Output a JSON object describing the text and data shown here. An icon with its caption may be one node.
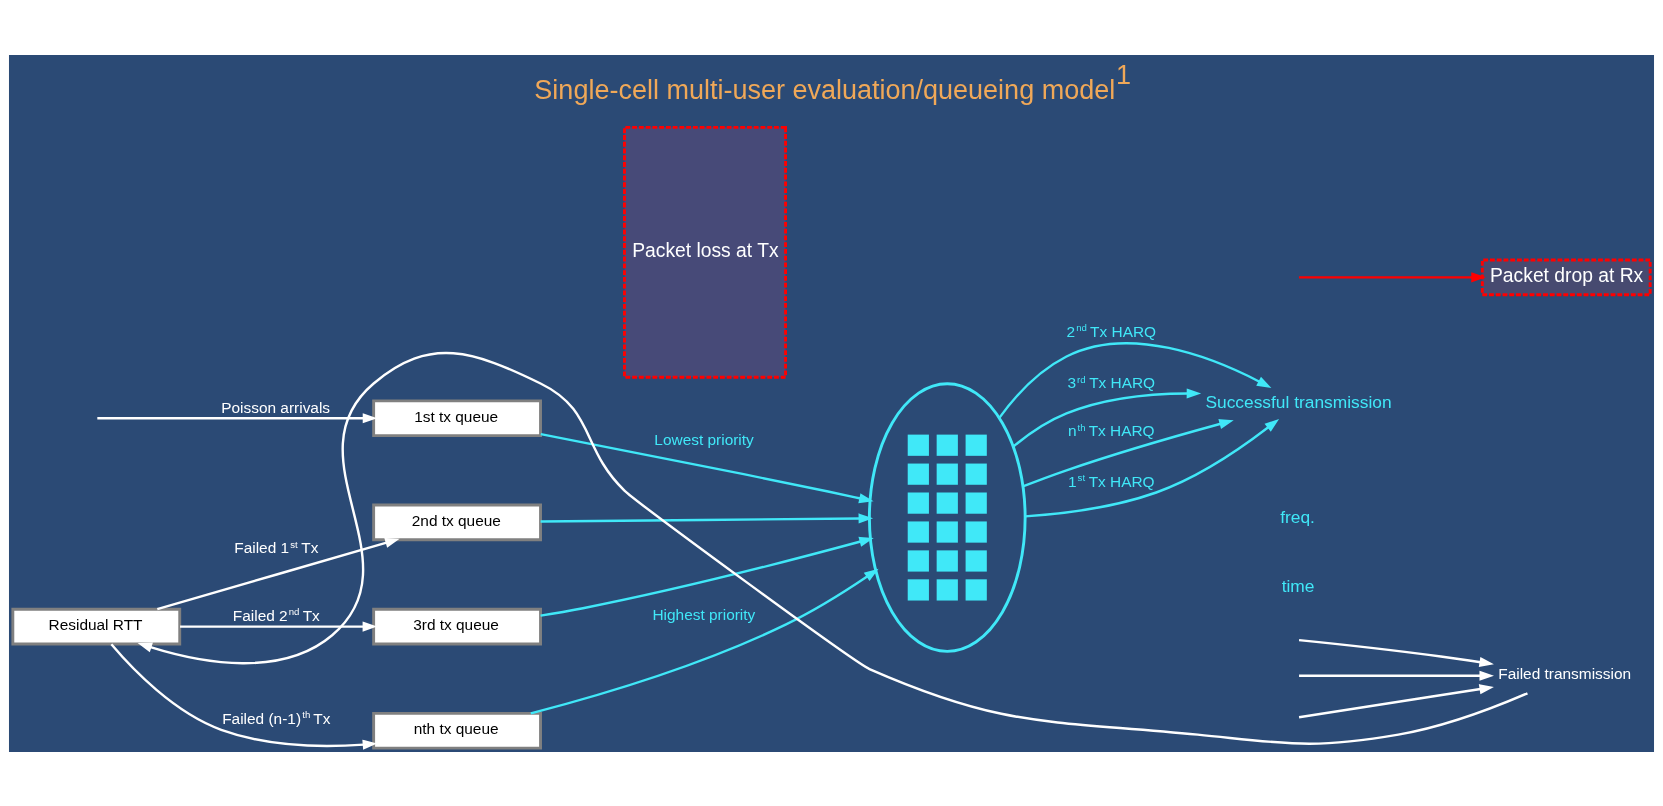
{
  "diagram": {
    "title": "Single-cell multi-user evaluation/queueing model$^{1}$",
    "nodes": [
      {
        "text": [
          "Packet loss at Tx"
        ]
      },
      {
        "text": [
          "1st tx queue"
        ]
      },
      {
        "text": [
          "2nd tx queue"
        ]
      },
      {
        "text": [
          "3rd tx queue"
        ]
      },
      {
        "text": [
          "nth tx queue"
        ]
      },
      {
        "text": [
          "Residual RTT"
        ]
      },
      {
        "text": [],
        "shape": "ellipse"
      },
      {
        "text": [
          "Successful transmission"
        ]
      },
      {
        "text": [
          "Failed transmission"
        ]
      },
      {
        "text": [
          "Packet drop at Rx"
        ]
      }
    ],
    "edges": [
      {
        "from": null,
        "to": 1,
        "arrow": "to",
        "label": "Poisson arrivals",
        "color": "#ffffff"
      },
      {
        "from": 5,
        "to": 2,
        "arrow": "to",
        "label": "Failed 1$^{st}$ Tx",
        "color": "#ffffff"
      },
      {
        "from": 5,
        "to": 3,
        "arrow": "to",
        "label": "Failed 2$^{nd}$ Tx",
        "color": "#ffffff"
      },
      {
        "from": 5,
        "to": 4,
        "arrow": "to",
        "label": "Failed (n-1)$^{th}$ Tx",
        "color": "#ffffff"
      },
      {
        "from": 1,
        "to": 6,
        "arrow": "to",
        "label": "Lowest priority",
        "color": "#40e8f8"
      },
      {
        "from": 2,
        "to": 6,
        "arrow": "to",
        "color": "#40e8f8"
      },
      {
        "from": 3,
        "to": 6,
        "arrow": "to",
        "color": "#40e8f8"
      },
      {
        "from": 4,
        "to": 6,
        "arrow": "to",
        "label": "Highest priority",
        "color": "#40e8f8"
      },
      {
        "from": 6,
        "to": 7,
        "arrow": "to",
        "label": "1$^{st}$ Tx HARQ",
        "color": "#40e8f8"
      },
      {
        "from": 6,
        "to": 7,
        "arrow": "to",
        "label": "2$^{nd}$ Tx HARQ",
        "color": "#40e8f8"
      },
      {
        "from": 6,
        "to": 7,
        "arrow": "to",
        "label": "3$^{rd}$ Tx HARQ",
        "color": "#40e8f8"
      },
      {
        "from": 6,
        "to": 7,
        "arrow": "to",
        "label": "n$^{th}$ Tx HARQ",
        "color": "#40e8f8"
      },
      {
        "from": null,
        "to": 8,
        "arrow": "to",
        "color": "#ffffff"
      },
      {
        "from": null,
        "to": 8,
        "arrow": "to",
        "color": "#ffffff"
      },
      {
        "from": null,
        "to": 8,
        "arrow": "to",
        "color": "#ffffff"
      },
      {
        "from": null,
        "to": 9,
        "arrow": "to",
        "color": "#ff0000"
      },
      {
        "from": 8,
        "to": 5,
        "arrow": "to",
        "color": "#ffffff"
      }
    ],
    "labels": [
      "freq.",
      "time"
    ]
  }
}
